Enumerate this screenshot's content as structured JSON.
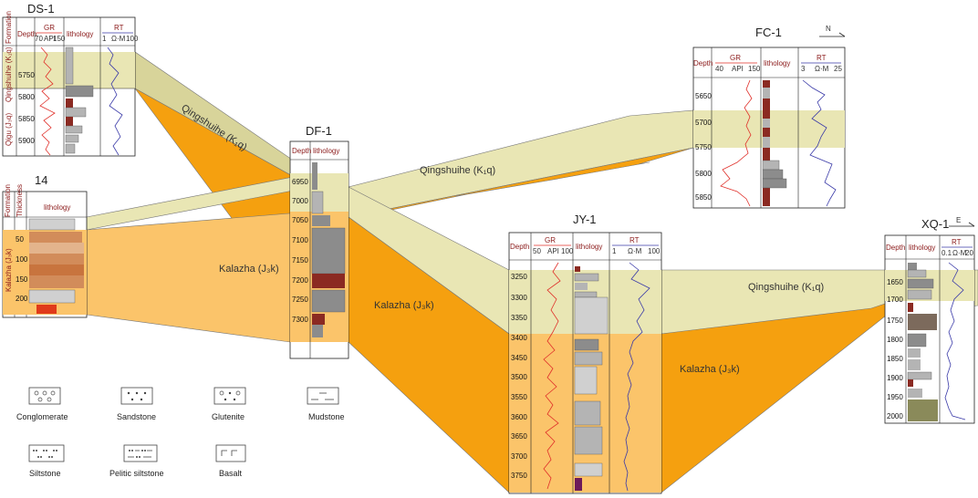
{
  "wells": {
    "ds1": {
      "name": "DS-1",
      "headers": [
        "Formation",
        "Depth",
        "GR",
        "70",
        "API",
        "150",
        "lithology",
        "RT",
        "1",
        "Ω·M",
        "100"
      ],
      "depths": [
        "5750",
        "5800",
        "5850",
        "5900"
      ],
      "formations": [
        "Qingshuihe (K₁q)",
        "Qigu (J₃q)"
      ]
    },
    "w14": {
      "name": "14",
      "headers": [
        "Formation",
        "Thickness",
        "lithology"
      ],
      "depths": [
        "50",
        "100",
        "150",
        "200"
      ],
      "formations": [
        "Kalazha (J₃k)"
      ]
    },
    "df1": {
      "name": "DF-1",
      "headers": [
        "Depth",
        "lithology"
      ],
      "depths": [
        "6950",
        "7000",
        "7050",
        "7100",
        "7150",
        "7200",
        "7250",
        "7300"
      ]
    },
    "fc1": {
      "name": "FC-1",
      "headers": [
        "Depth",
        "GR",
        "40",
        "API",
        "150",
        "lithology",
        "RT",
        "3",
        "Ω·M",
        "25"
      ],
      "depths": [
        "5650",
        "5700",
        "5750",
        "5800",
        "5850"
      ],
      "north": "N"
    },
    "jy1": {
      "name": "JY-1",
      "headers": [
        "Depth",
        "GR",
        "50",
        "API",
        "100",
        "lithology",
        "RT",
        "1",
        "Ω·M",
        "100"
      ],
      "depths": [
        "3250",
        "3300",
        "3350",
        "3400",
        "3450",
        "3500",
        "3550",
        "3600",
        "3650",
        "3700",
        "3750"
      ]
    },
    "xq1": {
      "name": "XQ-1",
      "headers": [
        "Depth",
        "lithology",
        "RT",
        "0.1",
        "Ω·M",
        "20"
      ],
      "depths": [
        "1650",
        "1700",
        "1750",
        "1800",
        "1850",
        "1900",
        "1950",
        "2000"
      ],
      "east": "E"
    }
  },
  "zones": {
    "qingshuihe_df": "Qingshuihe (K₁q)",
    "qingshuihe_fc": "Qingshuihe (K₁q)",
    "qingshuihe_xq": "Qingshuihe (K₁q)",
    "kalazha_14": "Kalazha (J₃k)",
    "kalazha_df": "Kalazha (J₃k)",
    "kalazha_jy": "Kalazha (J₃k)"
  },
  "legend": [
    "Conglomerate",
    "Sandstone",
    "Glutenite",
    "Mudstone",
    "Siltstone",
    "Pelitic siltstone",
    "Basalt"
  ],
  "colors": {
    "qingshuihe": "#e9e6b4",
    "kalazha_light": "#fbc46a",
    "kalazha_dark": "#f5a00f",
    "gr_curve": "#e0302a",
    "rt_curve": "#3a3aa8",
    "mud_red": "#8b2a22",
    "sand_grey": "#b4b4b4"
  }
}
